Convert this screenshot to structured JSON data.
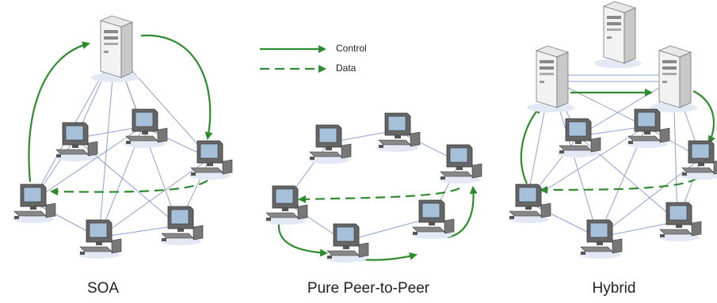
{
  "legend": {
    "control_label": "Control",
    "data_label": "Data"
  },
  "captions": {
    "soa": "SOA",
    "p2p": "Pure Peer-to-Peer",
    "hybrid": "Hybrid"
  },
  "colors": {
    "arrow": "#2e8b2e",
    "link": "#8da0d6",
    "server_face": "#f2f2f2",
    "server_side": "#c8c8c8",
    "monitor": "#555555",
    "screen": "#a7c0da"
  },
  "icons": [
    "server-icon",
    "workstation-icon"
  ]
}
